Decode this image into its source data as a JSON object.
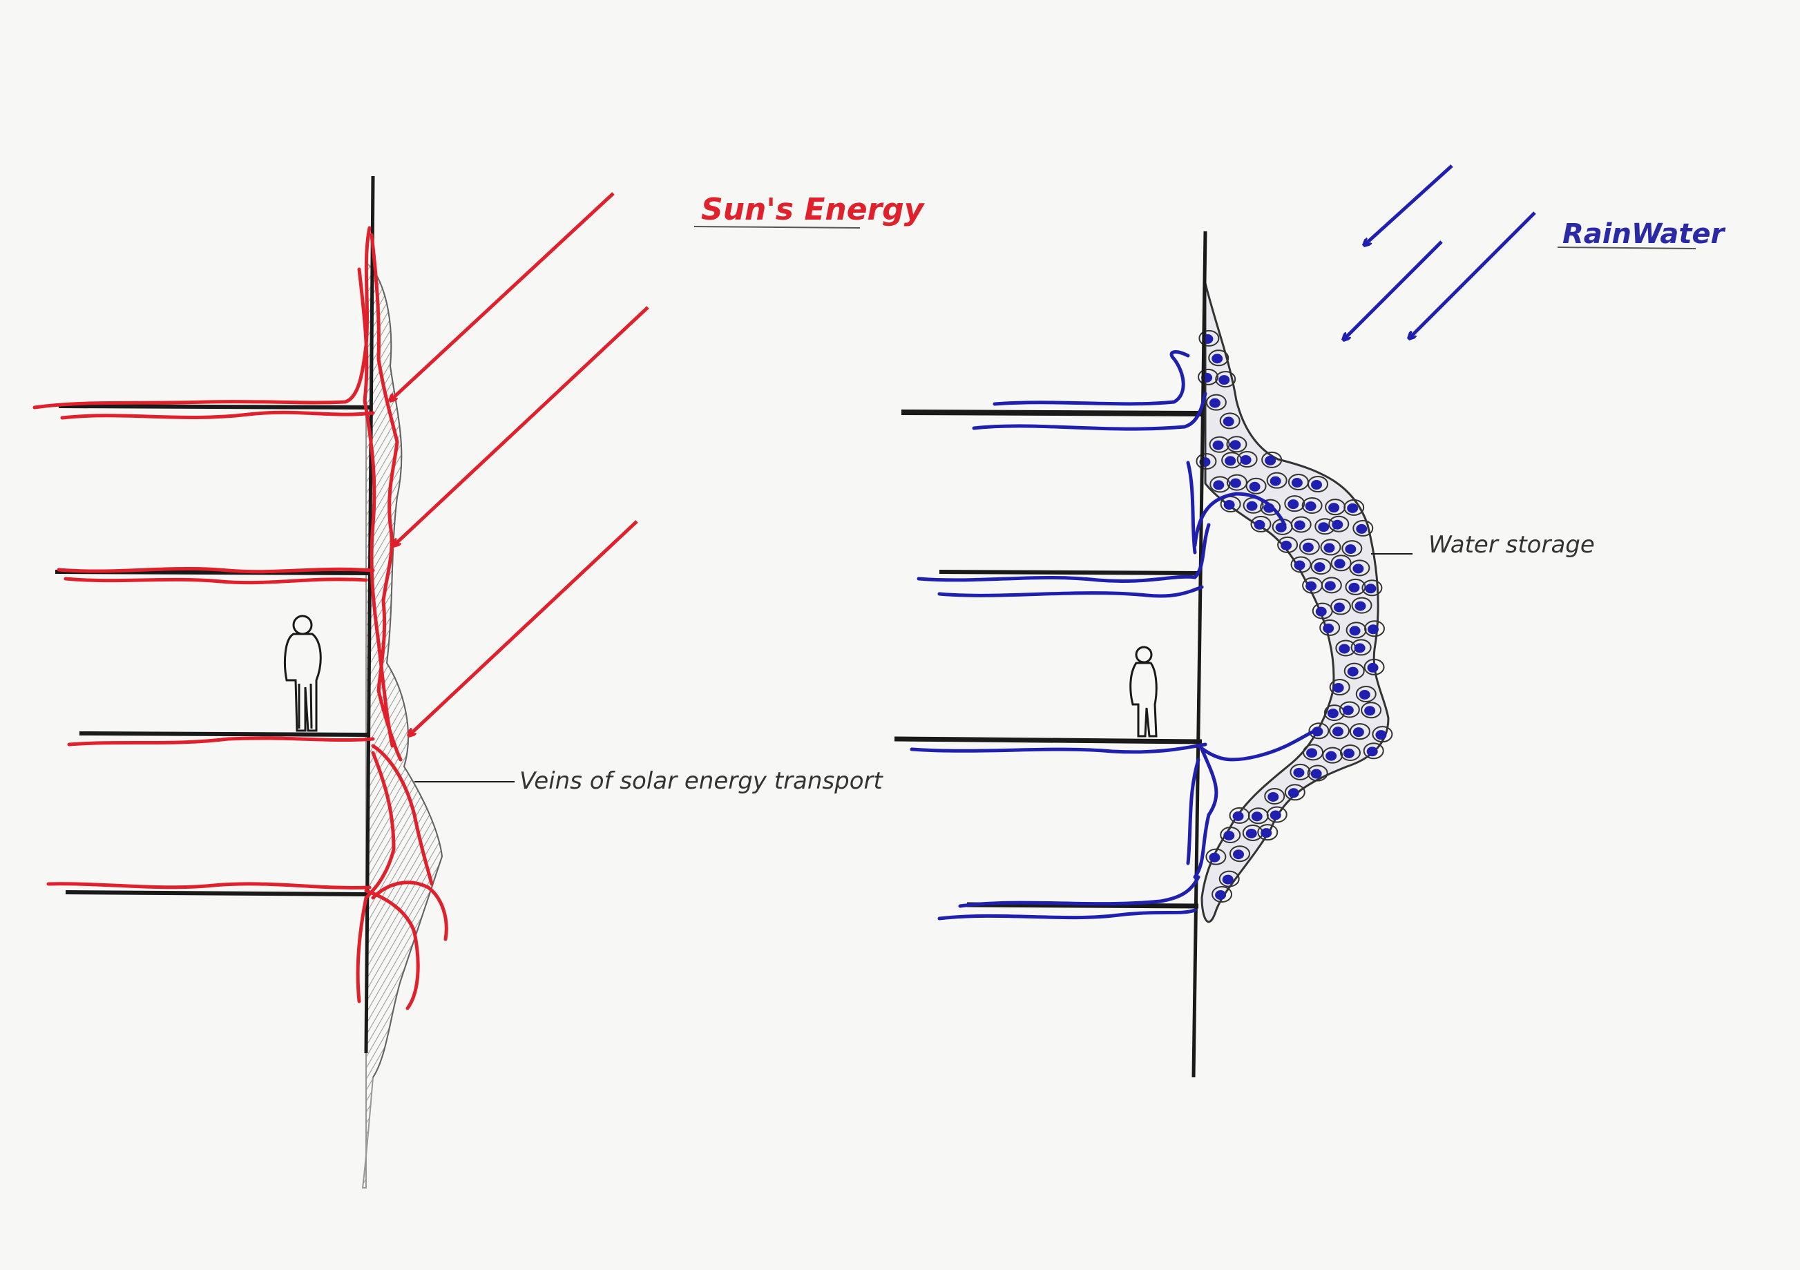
{
  "colors": {
    "paper": "#f7f7f6",
    "ink": "#1a1a1a",
    "solar": "#e0202a",
    "water": "#2020b0",
    "graphite": "#8a8a8a"
  },
  "solar_panel": {
    "title": "Sun's Energy",
    "annotation": "Veins of solar energy transport"
  },
  "water_panel": {
    "title": "RainWater",
    "annotation": "Water storage"
  }
}
